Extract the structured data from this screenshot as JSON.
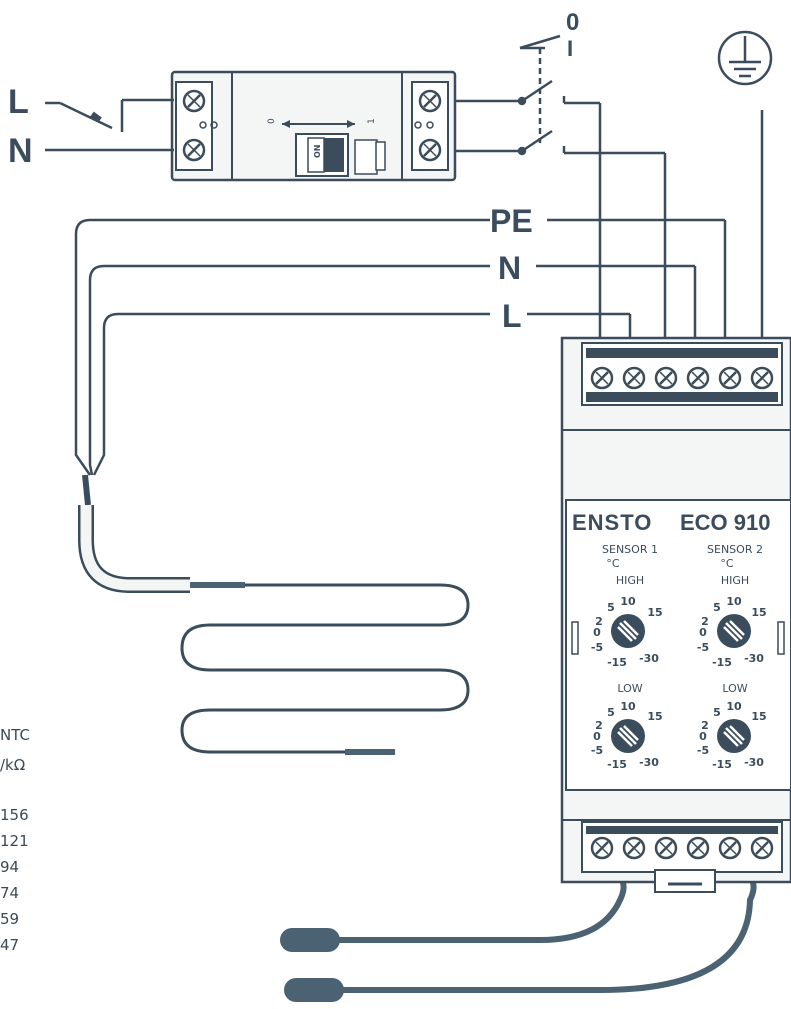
{
  "colors": {
    "ink": "#3b4d5c",
    "device_fill": "#f4f5f5",
    "knob": "#3b4d5c",
    "probe": "#4a6272",
    "text": "#3a4a55"
  },
  "wiring": {
    "left_labels": [
      "L",
      "N"
    ],
    "bus_labels": [
      "PE",
      "N",
      "L"
    ],
    "switch_labels": [
      "0",
      "I"
    ]
  },
  "breaker": {
    "off_mark": "0",
    "on_mark": "1",
    "handle_label": "ON"
  },
  "icons": {
    "earth": "earth-ground-icon",
    "knob": "potentiometer-knob-icon",
    "screw": "terminal-screw-icon"
  },
  "controller": {
    "brand": "ENSTO",
    "model": "ECO 910",
    "sensors": [
      {
        "title": "SENSOR 1",
        "unit": "°C",
        "high": {
          "label": "HIGH",
          "scale": [
            "10",
            "5",
            "15",
            "2",
            "0",
            "-5",
            "-15",
            "-30"
          ]
        },
        "low": {
          "label": "LOW",
          "scale": [
            "10",
            "5",
            "15",
            "2",
            "0",
            "-5",
            "-15",
            "-30"
          ]
        }
      },
      {
        "title": "SENSOR 2",
        "unit": "°C",
        "high": {
          "label": "HIGH",
          "scale": [
            "10",
            "5",
            "15",
            "2",
            "0",
            "-5",
            "-15",
            "-30"
          ]
        },
        "low": {
          "label": "LOW",
          "scale": [
            "10",
            "5",
            "15",
            "2",
            "0",
            "-5",
            "-15",
            "-30"
          ]
        }
      }
    ]
  },
  "ntc_table": {
    "rows": [
      "NTC",
      "/kΩ",
      "156",
      "121",
      "94",
      "74",
      "59",
      "47"
    ]
  }
}
